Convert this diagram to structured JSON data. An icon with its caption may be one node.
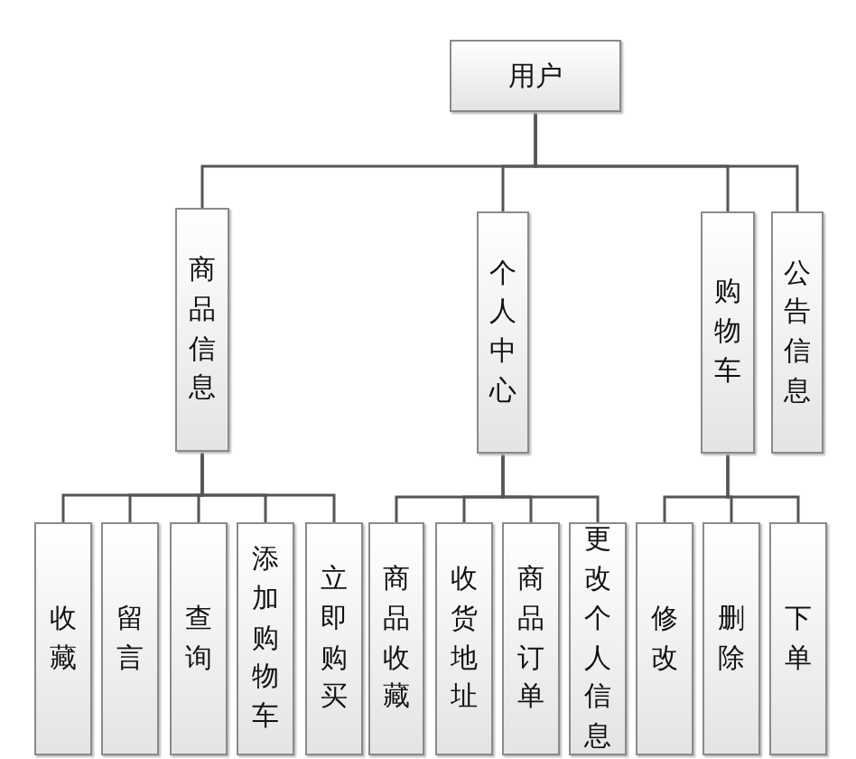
{
  "diagram": {
    "nodes": [
      {
        "text": [
          "用户"
        ]
      },
      {
        "text": [
          "商品信息"
        ]
      },
      {
        "text": [
          "个人中心"
        ]
      },
      {
        "text": [
          "购物车"
        ]
      },
      {
        "text": [
          "公告信息"
        ]
      },
      {
        "text": [
          "收藏"
        ]
      },
      {
        "text": [
          "留言"
        ]
      },
      {
        "text": [
          "查询"
        ]
      },
      {
        "text": [
          "添加购物车"
        ]
      },
      {
        "text": [
          "立即购买"
        ]
      },
      {
        "text": [
          "商品收藏"
        ]
      },
      {
        "text": [
          "收货地址"
        ]
      },
      {
        "text": [
          "商品订单"
        ]
      },
      {
        "text": [
          "更改个人信息"
        ]
      },
      {
        "text": [
          "修改"
        ]
      },
      {
        "text": [
          "删除"
        ]
      },
      {
        "text": [
          "下单"
        ]
      }
    ],
    "edges": [
      {
        "from": 0,
        "to": 1,
        "arrow": "none"
      },
      {
        "from": 0,
        "to": 2,
        "arrow": "none"
      },
      {
        "from": 0,
        "to": 3,
        "arrow": "none"
      },
      {
        "from": 0,
        "to": 4,
        "arrow": "none"
      },
      {
        "from": 1,
        "to": 5,
        "arrow": "none"
      },
      {
        "from": 1,
        "to": 6,
        "arrow": "none"
      },
      {
        "from": 1,
        "to": 7,
        "arrow": "none"
      },
      {
        "from": 1,
        "to": 8,
        "arrow": "none"
      },
      {
        "from": 1,
        "to": 9,
        "arrow": "none"
      },
      {
        "from": 2,
        "to": 10,
        "arrow": "none"
      },
      {
        "from": 2,
        "to": 11,
        "arrow": "none"
      },
      {
        "from": 2,
        "to": 12,
        "arrow": "none"
      },
      {
        "from": 2,
        "to": 13,
        "arrow": "none"
      },
      {
        "from": 3,
        "to": 14,
        "arrow": "none"
      },
      {
        "from": 3,
        "to": 15,
        "arrow": "none"
      },
      {
        "from": 3,
        "to": 16,
        "arrow": "none"
      }
    ]
  }
}
